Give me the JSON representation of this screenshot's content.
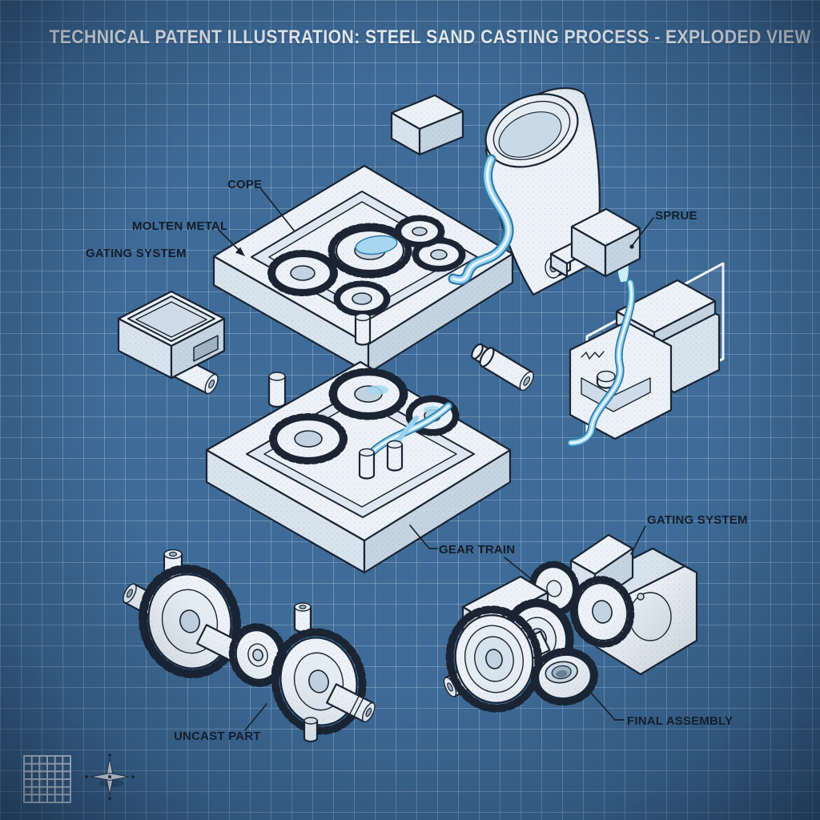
{
  "title": "TECHNICAL PATENT ILLUSTRATION: STEEL SAND CASTING PROCESS - EXPLODED VIEW",
  "labels": {
    "cope": "COPE",
    "molten_metal": "MOLTEN METAL",
    "gating_system_left": "GATING SYSTEM",
    "sprue": "SPRUE",
    "gear_train": "GEAR TRAIN",
    "gating_system_right": "GATING SYSTEM",
    "uncast_part": "UNCAST PART",
    "final_assembly": "FINAL ASSEMBLY"
  },
  "figure": {
    "type": "isometric-exploded-blueprint-illustration",
    "parts": [
      "pouring ladle with molten metal stream",
      "small sand block",
      "cope mold box with gear cavities",
      "drag mold box with gear cavities and runner channels",
      "sprue block",
      "gating system block with round feeder",
      "alignment pin",
      "mold cross-section with molten metal flow and flame",
      "uncast part gear train",
      "final assembly gear train with gating blocks"
    ]
  },
  "icons": {
    "grid_icon": "calibration-grid-icon",
    "compass_icon": "compass-rose-icon"
  },
  "colors": {
    "background": "#3e6b97",
    "grid_line": "#8fb0cc",
    "part_fill": "#ecf2f8",
    "part_shade": "#d5e1eb",
    "outline": "#1a2433",
    "molten_metal": "#9ad3ef",
    "label_text": "#141e2b",
    "title_text": "#f3f7fb"
  }
}
